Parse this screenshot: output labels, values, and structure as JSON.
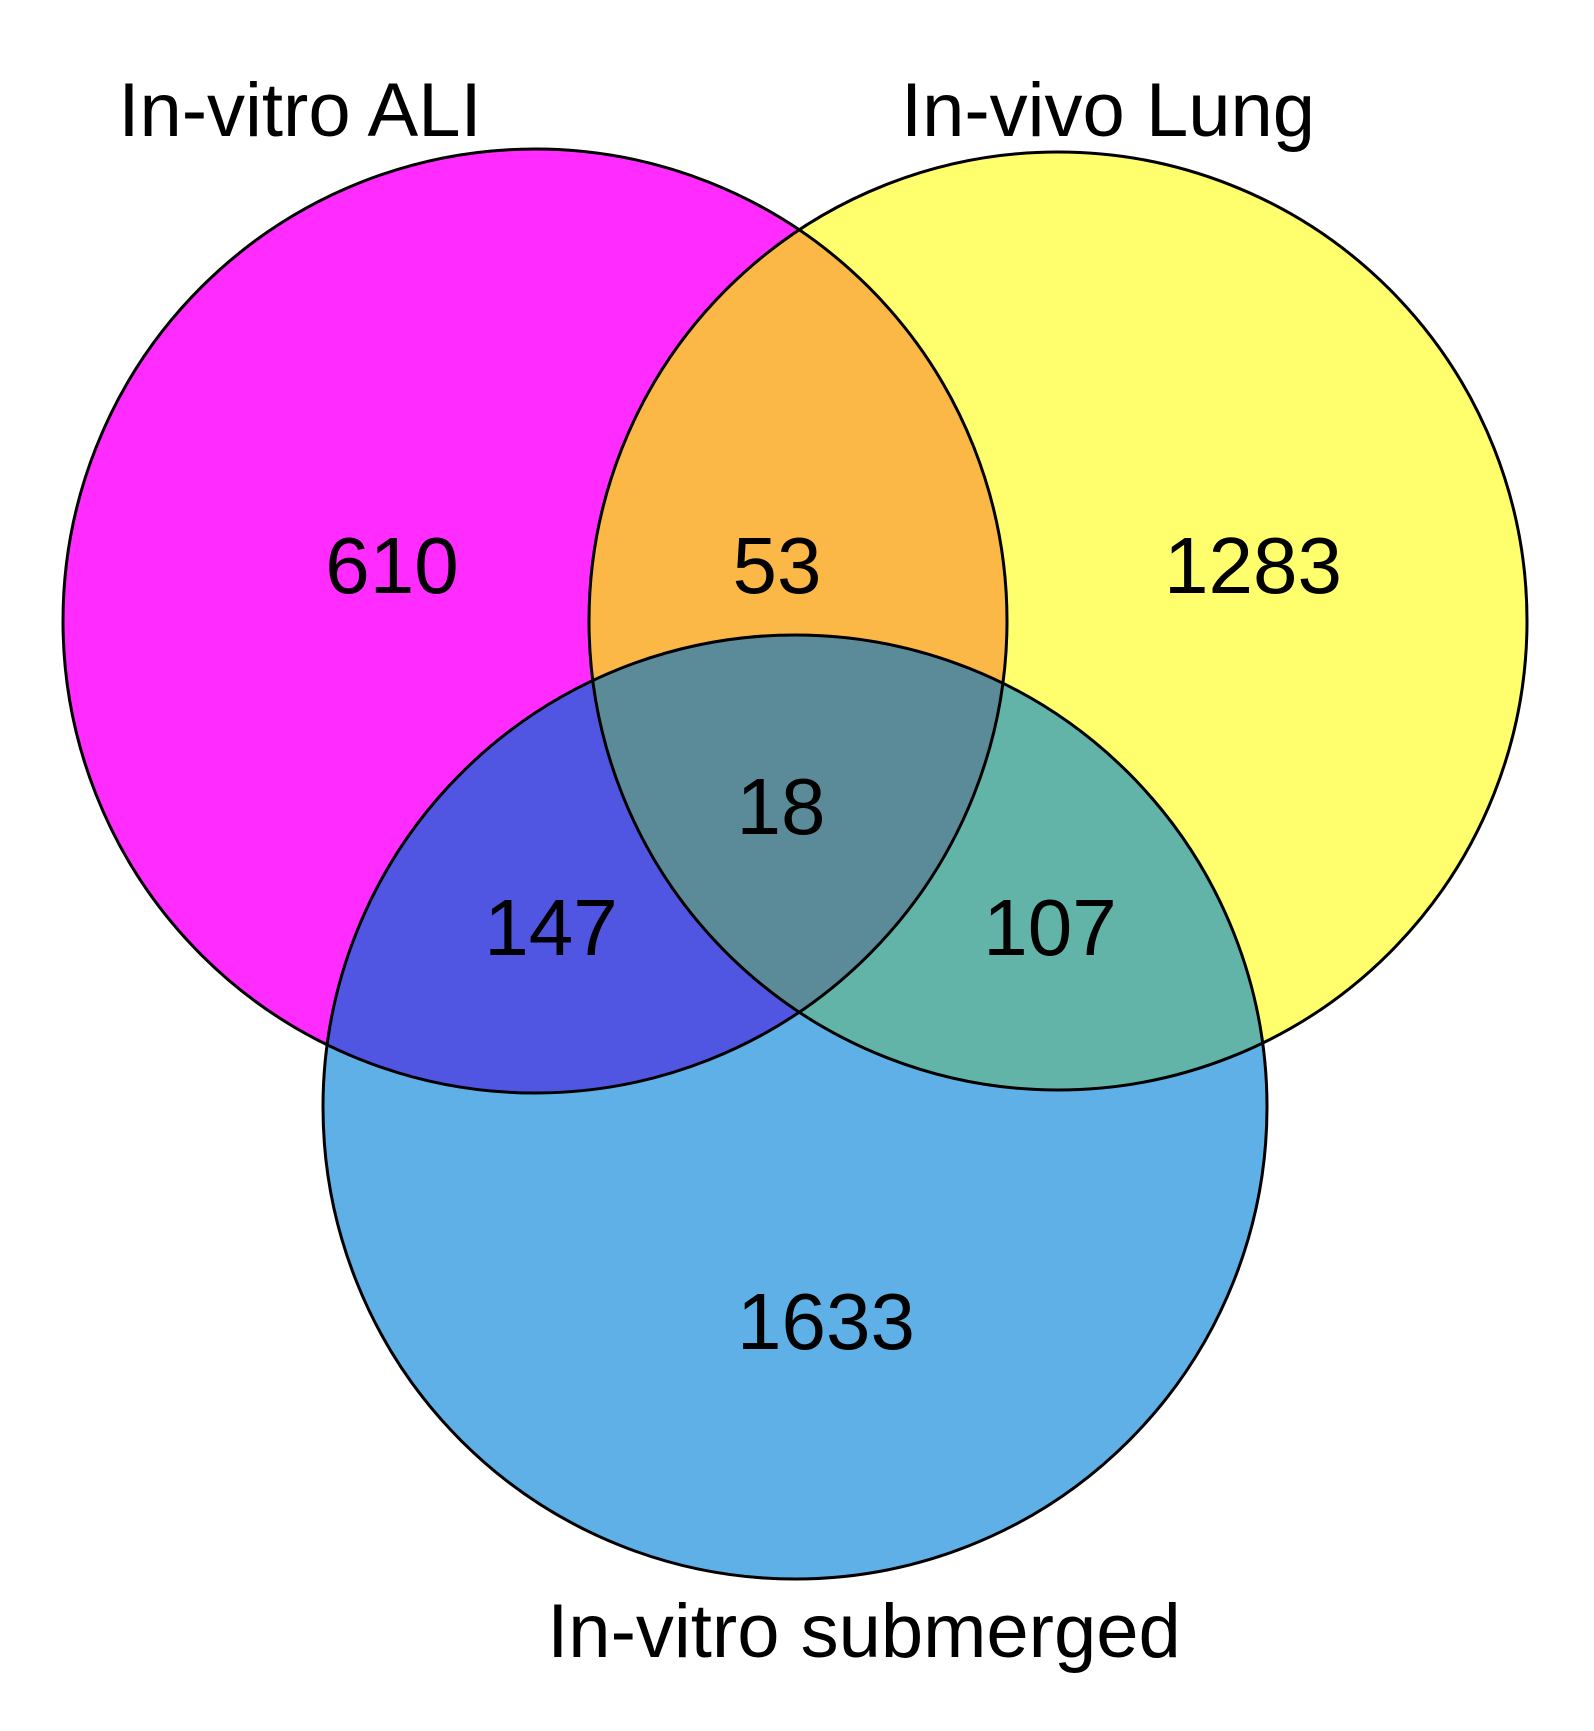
{
  "sets": [
    {
      "key": "ali",
      "label": "In-vitro ALI",
      "color": "#ff00ff"
    },
    {
      "key": "lung",
      "label": "In-vivo Lung",
      "color": "#ffff55"
    },
    {
      "key": "submerged",
      "label": "In-vitro submerged",
      "color": "#2f94e0"
    }
  ],
  "regions": {
    "ali_only": "610",
    "lung_only": "1283",
    "submerged_only": "1633",
    "ali_lung": "53",
    "ali_submerged": "147",
    "lung_submerged": "107",
    "all_three": "18"
  }
}
